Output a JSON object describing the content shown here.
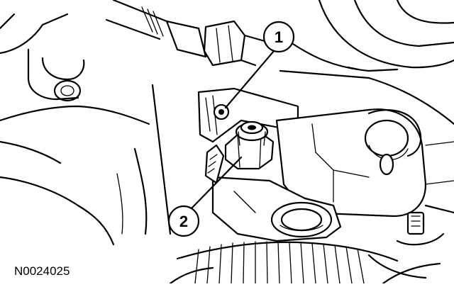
{
  "figure": {
    "id": "N0024025",
    "callouts": [
      {
        "number": "1"
      },
      {
        "number": "2"
      }
    ]
  }
}
